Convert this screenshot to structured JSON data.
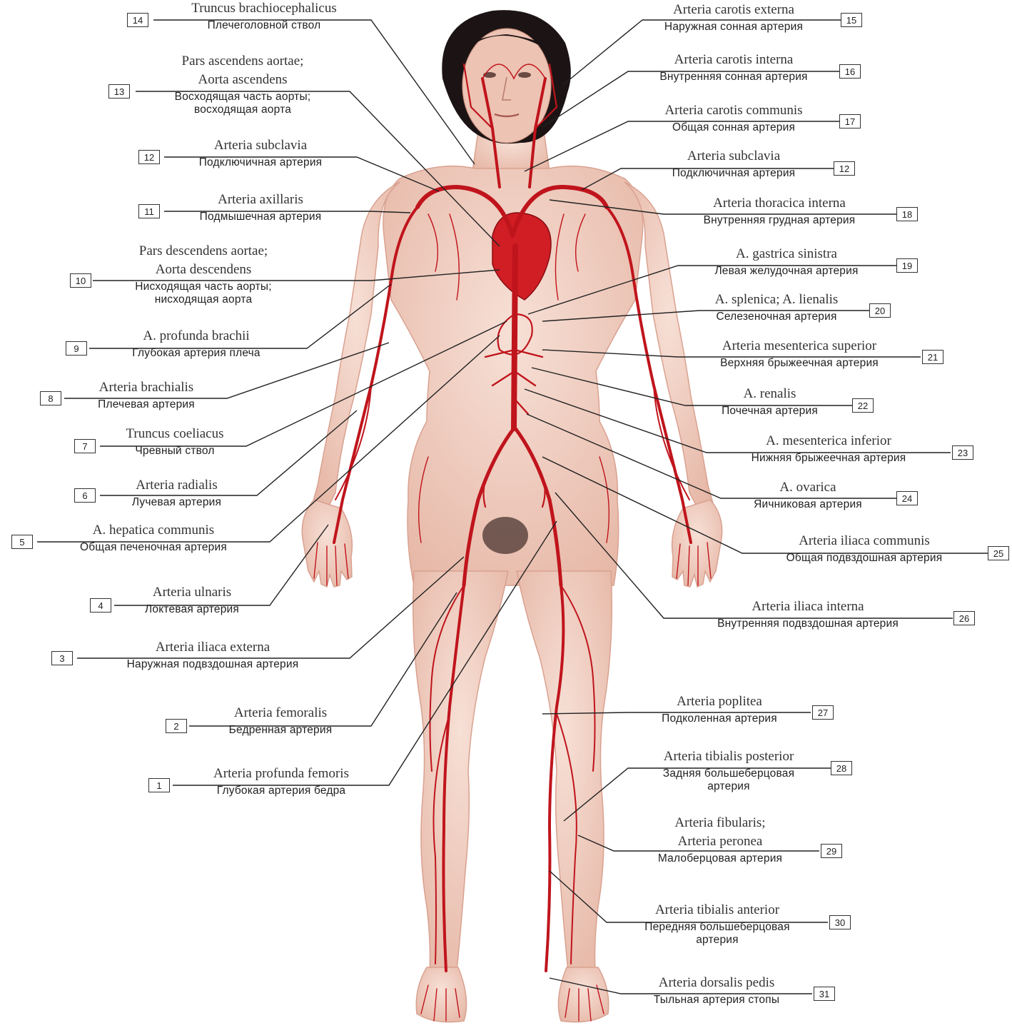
{
  "labels": [
    {
      "n": "14",
      "lat": [
        "Truncus brachiocephalicus"
      ],
      "rus": [
        "Плечеголовной ствол"
      ]
    },
    {
      "n": "13",
      "lat": [
        "Pars ascendens aortae;",
        "Aorta ascendens"
      ],
      "rus": [
        "Восходящая часть аорты;",
        "восходящая аорта"
      ]
    },
    {
      "n": "12",
      "lat": [
        "Arteria subclavia"
      ],
      "rus": [
        "Подключичная артерия"
      ]
    },
    {
      "n": "11",
      "lat": [
        "Arteria axillaris"
      ],
      "rus": [
        "Подмышечная артерия"
      ]
    },
    {
      "n": "10",
      "lat": [
        "Pars descendens aortae;",
        "Aorta descendens"
      ],
      "rus": [
        "Нисходящая часть аорты;",
        "нисходящая аорта"
      ]
    },
    {
      "n": "9",
      "lat": [
        "A. profunda brachii"
      ],
      "rus": [
        "Глубокая артерия плеча"
      ]
    },
    {
      "n": "8",
      "lat": [
        "Arteria brachialis"
      ],
      "rus": [
        "Плечевая артерия"
      ]
    },
    {
      "n": "7",
      "lat": [
        "Truncus coeliacus"
      ],
      "rus": [
        "Чревный ствол"
      ]
    },
    {
      "n": "6",
      "lat": [
        "Arteria radialis"
      ],
      "rus": [
        "Лучевая артерия"
      ]
    },
    {
      "n": "5",
      "lat": [
        "A. hepatica communis"
      ],
      "rus": [
        "Общая печеночная артерия"
      ]
    },
    {
      "n": "4",
      "lat": [
        "Arteria ulnaris"
      ],
      "rus": [
        "Локтевая артерия"
      ]
    },
    {
      "n": "3",
      "lat": [
        "Arteria iliaca externa"
      ],
      "rus": [
        "Наружная подвздошная артерия"
      ]
    },
    {
      "n": "2",
      "lat": [
        "Arteria femoralis"
      ],
      "rus": [
        "Бедренная артерия"
      ]
    },
    {
      "n": "1",
      "lat": [
        "Arteria profunda femoris"
      ],
      "rus": [
        "Глубокая артерия бедра"
      ]
    },
    {
      "n": "15",
      "lat": [
        "Arteria carotis externa"
      ],
      "rus": [
        "Наружная сонная артерия"
      ]
    },
    {
      "n": "16",
      "lat": [
        "Arteria carotis interna"
      ],
      "rus": [
        "Внутренняя сонная артерия"
      ]
    },
    {
      "n": "17",
      "lat": [
        "Arteria carotis communis"
      ],
      "rus": [
        "Общая сонная артерия"
      ]
    },
    {
      "n": "12",
      "lat": [
        "Arteria subclavia"
      ],
      "rus": [
        "Подключичная артерия"
      ]
    },
    {
      "n": "18",
      "lat": [
        "Arteria thoracica interna"
      ],
      "rus": [
        "Внутренняя грудная артерия"
      ]
    },
    {
      "n": "19",
      "lat": [
        "A. gastrica sinistra"
      ],
      "rus": [
        "Левая желудочная артерия"
      ]
    },
    {
      "n": "20",
      "lat": [
        "A. splenica; A. lienalis"
      ],
      "rus": [
        "Селезеночная артерия"
      ]
    },
    {
      "n": "21",
      "lat": [
        "Arteria mesenterica superior"
      ],
      "rus": [
        "Верхняя брыжеечная артерия"
      ]
    },
    {
      "n": "22",
      "lat": [
        "A. renalis"
      ],
      "rus": [
        "Почечная артерия"
      ]
    },
    {
      "n": "23",
      "lat": [
        "A. mesenterica inferior"
      ],
      "rus": [
        "Нижняя брыжеечная артерия"
      ]
    },
    {
      "n": "24",
      "lat": [
        "A. ovarica"
      ],
      "rus": [
        "Яичниковая артерия"
      ]
    },
    {
      "n": "25",
      "lat": [
        "Arteria iliaca communis"
      ],
      "rus": [
        "Общая подвздошная артерия"
      ]
    },
    {
      "n": "26",
      "lat": [
        "Arteria iliaca interna"
      ],
      "rus": [
        "Внутренняя подвздошная артерия"
      ]
    },
    {
      "n": "27",
      "lat": [
        "Arteria poplitea"
      ],
      "rus": [
        "Подколенная артерия"
      ]
    },
    {
      "n": "28",
      "lat": [
        "Arteria tibialis posterior"
      ],
      "rus": [
        "Задняя большеберцовая",
        "артерия"
      ]
    },
    {
      "n": "29",
      "lat": [
        "Arteria fibularis;",
        "Arteria peronea"
      ],
      "rus": [
        "Малоберцовая артерия"
      ]
    },
    {
      "n": "30",
      "lat": [
        "Arteria tibialis anterior"
      ],
      "rus": [
        "Передняя большеберцовая",
        "артерия"
      ]
    },
    {
      "n": "31",
      "lat": [
        "Arteria dorsalis pedis"
      ],
      "rus": [
        "Тыльная артерия стопы"
      ]
    }
  ],
  "colors": {
    "skin": "#f2d2c6",
    "skin_shadow": "#e2b4a4",
    "artery": "#c0141c",
    "hair": "#1c1414",
    "leader": "#222222"
  }
}
